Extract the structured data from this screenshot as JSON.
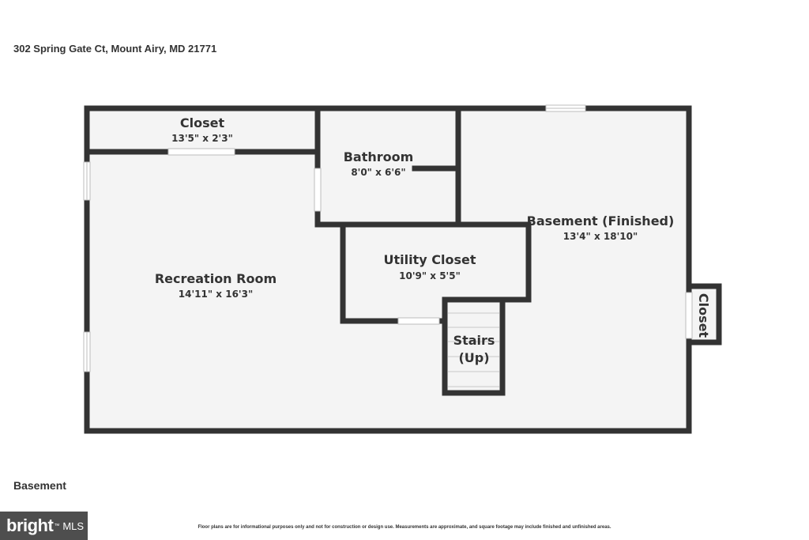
{
  "listing": {
    "address": "302 Spring Gate Ct, Mount Airy, MD 21771",
    "floor_label": "Basement",
    "disclaimer": "Floor plans are for informational purposes only and not for construction or design use. Measurements are approximate, and square footage may include finished and unfinished areas."
  },
  "brand": {
    "logo_main": "bright",
    "logo_sup": "™",
    "logo_sub": "MLS"
  },
  "rooms": {
    "closet_top": {
      "name": "Closet",
      "dims": "13'5\" x 2'3\""
    },
    "bathroom": {
      "name": "Bathroom",
      "dims": "8'0\" x 6'6\""
    },
    "basement": {
      "name": "Basement (Finished)",
      "dims": "13'4\" x 18'10\""
    },
    "utility": {
      "name": "Utility Closet",
      "dims": "10'9\" x 5'5\""
    },
    "recreation": {
      "name": "Recreation Room",
      "dims": "14'11\" x 16'3\""
    },
    "stairs": {
      "name_line1": "Stairs",
      "name_line2": "(Up)"
    },
    "closet_side": {
      "name": "Closet"
    }
  },
  "colors": {
    "wall": "#333333",
    "floor": "#f4f4f4",
    "logo_bg": "#4e4e4e"
  }
}
